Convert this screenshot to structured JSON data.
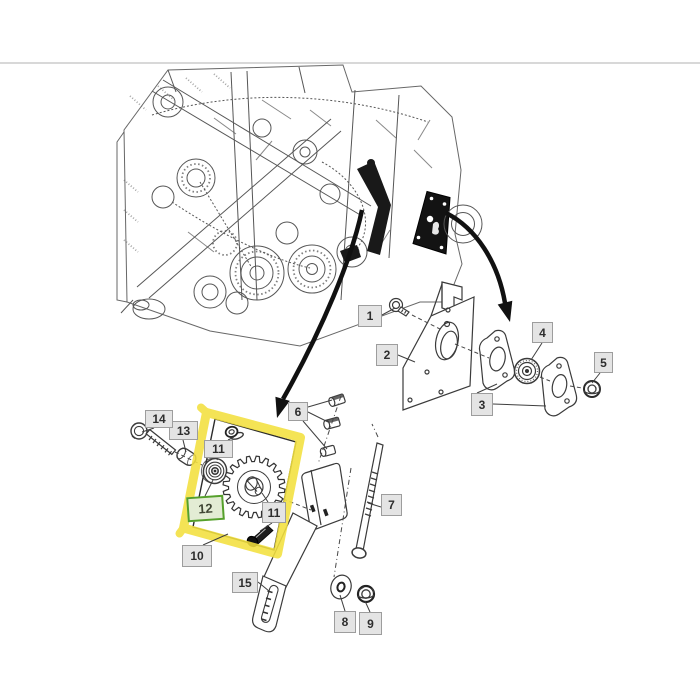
{
  "page": {
    "background": "#ffffff",
    "top_border_color": "#d8d8d8"
  },
  "palette": {
    "sketch_line": "#565656",
    "part_line": "#3b3b3b",
    "dark_fill": "#161616",
    "highlight_yellow": "#f3e03e",
    "selected_box_fill": "#e3ecd4",
    "selected_box_border": "#55a02b",
    "selected_box_text": "#3f4633",
    "callout_fill": "#e4e4e4",
    "callout_border": "#9d9d9d",
    "callout_text": "#2e2e2e"
  },
  "callouts": [
    {
      "id": "1",
      "label": "1",
      "selected": false
    },
    {
      "id": "2",
      "label": "2",
      "selected": false
    },
    {
      "id": "3",
      "label": "3",
      "selected": false
    },
    {
      "id": "4",
      "label": "4",
      "selected": false
    },
    {
      "id": "5",
      "label": "5",
      "selected": false
    },
    {
      "id": "6",
      "label": "6",
      "selected": false
    },
    {
      "id": "7",
      "label": "7",
      "selected": false
    },
    {
      "id": "8",
      "label": "8",
      "selected": false
    },
    {
      "id": "9",
      "label": "9",
      "selected": false
    },
    {
      "id": "10",
      "label": "10",
      "selected": false
    },
    {
      "id": "11-upper",
      "label": "11",
      "selected": false
    },
    {
      "id": "11-lower",
      "label": "11",
      "selected": false
    },
    {
      "id": "12",
      "label": "12",
      "selected": true
    },
    {
      "id": "13",
      "label": "13",
      "selected": false
    },
    {
      "id": "14",
      "label": "14",
      "selected": false
    },
    {
      "id": "15",
      "label": "15",
      "selected": false
    }
  ]
}
